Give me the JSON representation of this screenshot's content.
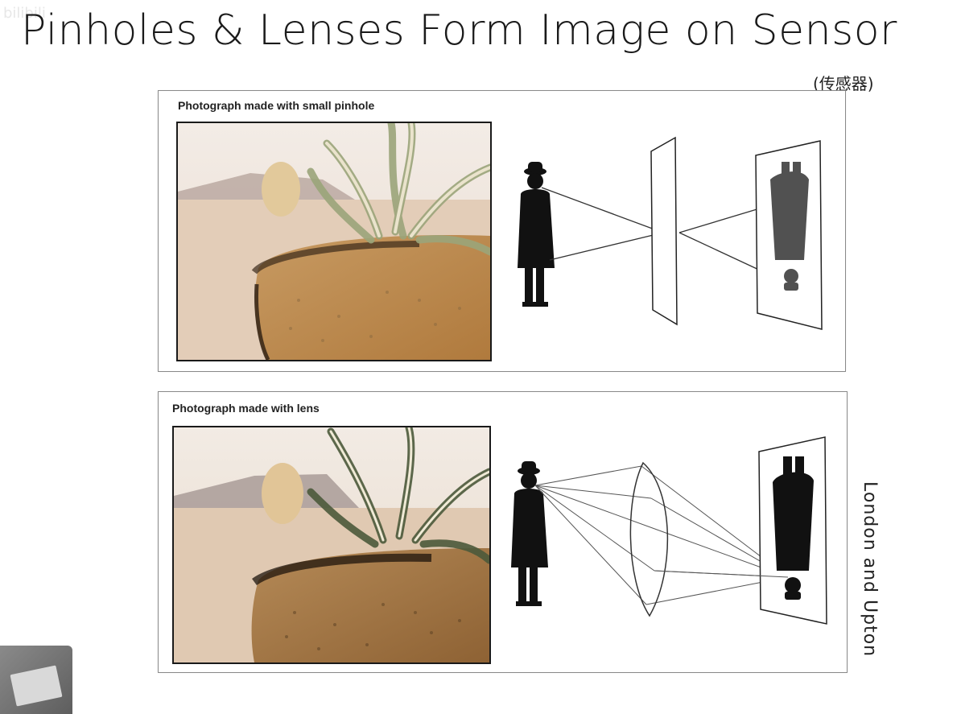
{
  "watermark": "bilibili",
  "title": "Pinholes & Lenses Form Image on Sensor",
  "subnote": "(传感器)",
  "panels": {
    "top": {
      "label": "Photograph made with small pinhole"
    },
    "bottom": {
      "label": "Photograph made with lens"
    }
  },
  "credit": "London and Upton"
}
